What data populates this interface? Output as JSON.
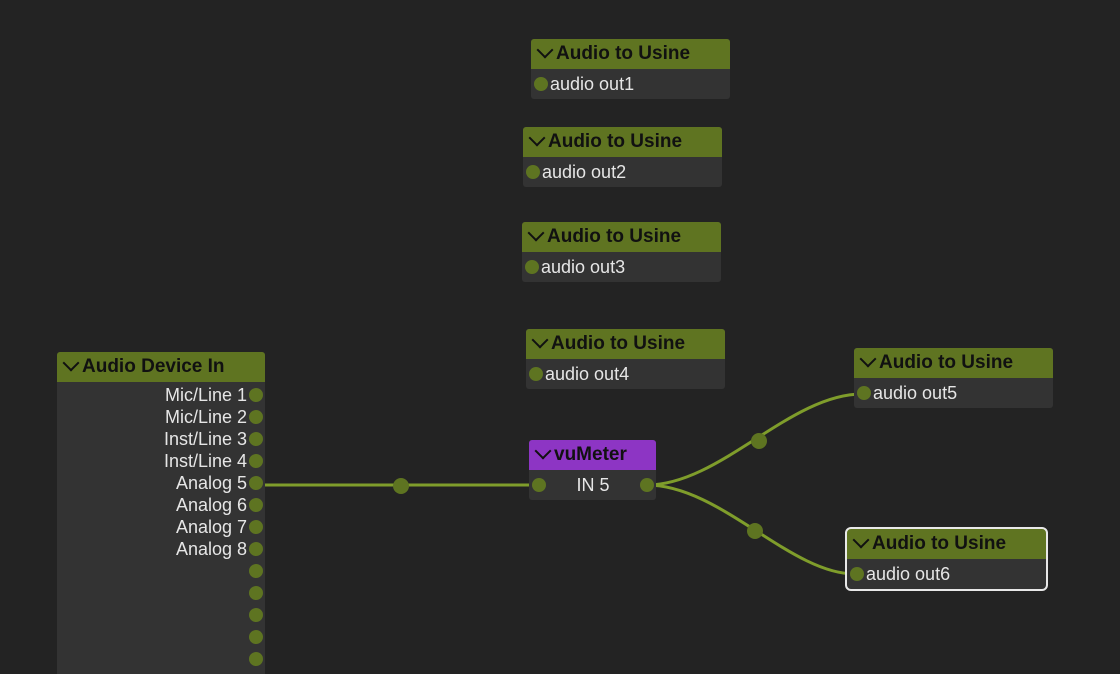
{
  "nodes": {
    "out1": {
      "title": "Audio to Usine",
      "port": "audio out1"
    },
    "out2": {
      "title": "Audio to Usine",
      "port": "audio out2"
    },
    "out3": {
      "title": "Audio to Usine",
      "port": "audio out3"
    },
    "out4": {
      "title": "Audio to Usine",
      "port": "audio out4"
    },
    "out5": {
      "title": "Audio to Usine",
      "port": "audio out5"
    },
    "out6": {
      "title": "Audio to Usine",
      "port": "audio out6"
    },
    "vumeter": {
      "title": "vuMeter",
      "port": "IN 5"
    },
    "device_in": {
      "title": "Audio Device In",
      "outputs": [
        "Mic/Line 1",
        "Mic/Line 2",
        "Inst/Line 3",
        "Inst/Line 4",
        "Analog 5",
        "Analog 6",
        "Analog 7",
        "Analog 8",
        "",
        "",
        "",
        "",
        ""
      ]
    }
  },
  "colors": {
    "background": "#232323",
    "header_green": "#5f7421",
    "header_purple": "#8d35c4",
    "wire": "#7f9d2b"
  }
}
